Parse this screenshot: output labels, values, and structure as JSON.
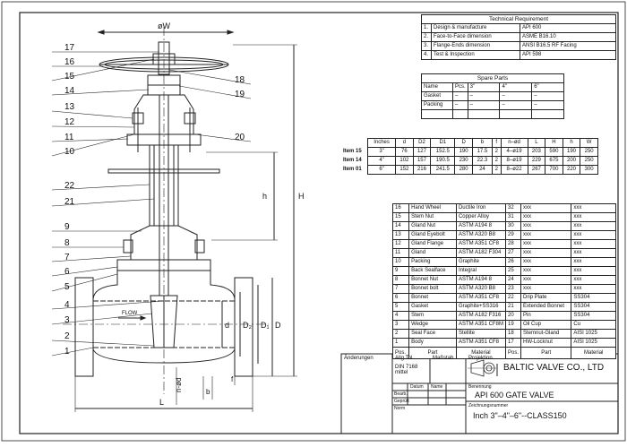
{
  "drawing": {
    "dim_labels": {
      "ow": "øW",
      "H": "H",
      "h": "h",
      "L": "L",
      "d": "d",
      "D2": "D₂",
      "D1": "D₁",
      "D": "D",
      "n_od": "n-ød",
      "b": "b",
      "f": "f"
    },
    "callouts_left": [
      "17",
      "16",
      "15",
      "14",
      "13",
      "12",
      "11",
      "10",
      "22",
      "21",
      "9",
      "8",
      "7",
      "6",
      "5",
      "4",
      "3",
      "2",
      "1"
    ],
    "callouts_right": [
      "18",
      "19",
      "20"
    ],
    "flow_text": "FLOW"
  },
  "tech_req": {
    "title": "Technical Requirement",
    "rows": [
      [
        "1.",
        "Design & manufacture",
        "API 600"
      ],
      [
        "2.",
        "Face-to-Face dimension",
        "ASME B16.10"
      ],
      [
        "3.",
        "Flange-Ends dimension",
        "ANSI B16.5 RF Facing"
      ],
      [
        "4.",
        "Test & Inspection",
        "API 598"
      ]
    ]
  },
  "spare_parts": {
    "title": "Spare Parts",
    "header": [
      "Name",
      "Pcs.",
      "3\"",
      "4\"",
      "6\""
    ],
    "rows": [
      [
        "Gasket",
        "–",
        "–",
        "–",
        "–"
      ],
      [
        "Packing",
        "–",
        "–",
        "–",
        "–"
      ],
      [
        "",
        "",
        "",
        "",
        ""
      ]
    ]
  },
  "dimensions": {
    "header": [
      "Inches",
      "d",
      "D2",
      "D1",
      "D",
      "b",
      "f",
      "n–ød",
      "L",
      "H",
      "h",
      "W"
    ],
    "rows": [
      {
        "item": "Item 15",
        "cells": [
          "3\"",
          "76",
          "127",
          "152.5",
          "190",
          "17.5",
          "2",
          "4–ø19",
          "203",
          "590",
          "190",
          "250"
        ]
      },
      {
        "item": "Item 14",
        "cells": [
          "4\"",
          "102",
          "157",
          "190.5",
          "230",
          "22.3",
          "2",
          "8–ø19",
          "229",
          "675",
          "200",
          "250"
        ]
      },
      {
        "item": "Item 01",
        "cells": [
          "6\"",
          "152",
          "216",
          "241.5",
          "280",
          "24",
          "2",
          "8–ø22",
          "267",
          "700",
          "220",
          "300"
        ]
      }
    ]
  },
  "parts_list": {
    "rows": [
      [
        "16",
        "Hand Wheel",
        "Ductile Iron",
        "32",
        "xxx",
        "xxx"
      ],
      [
        "15",
        "Stem Nut",
        "Copper Alloy",
        "31",
        "xxx",
        "xxx"
      ],
      [
        "14",
        "Gland Nut",
        "ASTM A194 8",
        "30",
        "xxx",
        "xxx"
      ],
      [
        "13",
        "Gland Eyebolt",
        "ASTM A320 B8",
        "29",
        "xxx",
        "xxx"
      ],
      [
        "12",
        "Gland Flange",
        "ASTM A351 CF8",
        "28",
        "xxx",
        "xxx"
      ],
      [
        "11",
        "Gland",
        "ASTM A182 F304",
        "27",
        "xxx",
        "xxx"
      ],
      [
        "10",
        "Packing",
        "Graphite",
        "26",
        "xxx",
        "xxx"
      ],
      [
        "9",
        "Back Sealface",
        "Integral",
        "25",
        "xxx",
        "xxx"
      ],
      [
        "8",
        "Bonnet Nut",
        "ASTM A194 8",
        "24",
        "xxx",
        "xxx"
      ],
      [
        "7",
        "Bonnet bolt",
        "ASTM A320 B8",
        "23",
        "xxx",
        "xxx"
      ],
      [
        "6",
        "Bonnet",
        "ASTM A351 CF8",
        "22",
        "Drip Plate",
        "SS304"
      ],
      [
        "5",
        "Gasket",
        "Graphite+SS316",
        "21",
        "Extended Bonnet",
        "SS304"
      ],
      [
        "4",
        "Stem",
        "ASTM A182 F316",
        "20",
        "Pin",
        "SS304"
      ],
      [
        "3",
        "Wedge",
        "ASTM A351 CF8M",
        "19",
        "Oil Cup",
        "Cu"
      ],
      [
        "2",
        "Seal Face",
        "Stellite",
        "18",
        "Stemnut-Gland",
        "AISI 1025"
      ],
      [
        "1",
        "Body",
        "ASTM A351 CF8",
        "17",
        "HW-Locknut",
        "AISI 1025"
      ]
    ],
    "footer": [
      "Pos.",
      "Part",
      "Material",
      "Pos.",
      "Part",
      "Material"
    ]
  },
  "title_block": {
    "revisions": "Änderungen",
    "tolerance_label": "Allg.Tol.",
    "tolerance_value": "DIN 7168 mittel",
    "scale_label": "Maßstab",
    "projection_label": "Projektion",
    "company": "BALTIC VALVE CO., LTD",
    "date_label": "Datum",
    "name_label": "Name",
    "bearb": "Bearb.",
    "geprueft": "Geprüft",
    "norm": "Norm",
    "benennung_label": "Benennung",
    "title": "API 600 GATE VALVE",
    "drawing_no_label": "Zeichnungsnummer",
    "drawing_no": "Inch 3\"–4\"–6\"--CLASS150"
  }
}
